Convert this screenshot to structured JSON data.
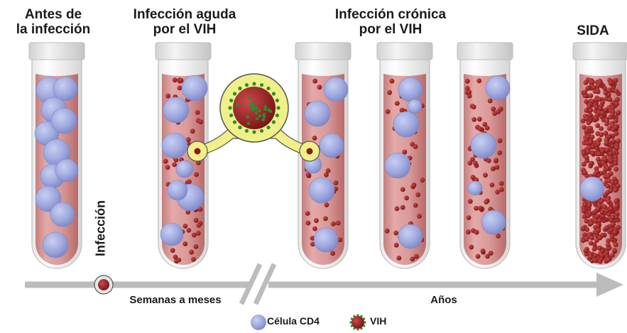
{
  "labels": {
    "before_line1": "Antes de",
    "before_line2": "la infección",
    "acute_line1": "Infección aguda",
    "acute_line2": "por el VIH",
    "chronic_line1": "Infección crónica",
    "chronic_line2": "por el VIH",
    "aids": "SIDA",
    "infection_marker": "Infección",
    "weeks_to_months": "Semanas a meses",
    "years": "Años"
  },
  "legend": {
    "cd4_label": "Célula CD4",
    "hiv_label": "VIH"
  },
  "colors": {
    "blood": "#d99a99",
    "blood_dark": "#b86a69",
    "cap": "#e6e6e6",
    "cd4_cell": "#9ea8de",
    "hiv_particle": "#9b1d1d",
    "hiv_spikes": "#2f8a2f",
    "magnifier": "#f0f08a",
    "axis": "#bcbcbc"
  },
  "icons": [
    "cd4-cell-icon",
    "hiv-particle-icon",
    "infection-marker-icon",
    "axis-arrow-icon",
    "axis-break-icon"
  ],
  "tubes": [
    {
      "stage": "before-infection",
      "cd4_count": 11,
      "hiv_density": "none"
    },
    {
      "stage": "acute-infection",
      "cd4_count": 7,
      "hiv_density": "medium"
    },
    {
      "stage": "chronic-infection-1",
      "cd4_count": 6,
      "hiv_density": "low"
    },
    {
      "stage": "chronic-infection-2",
      "cd4_count": 5,
      "hiv_density": "low"
    },
    {
      "stage": "chronic-infection-3",
      "cd4_count": 4,
      "hiv_density": "medium"
    },
    {
      "stage": "aids",
      "cd4_count": 1,
      "hiv_density": "very-high"
    }
  ]
}
